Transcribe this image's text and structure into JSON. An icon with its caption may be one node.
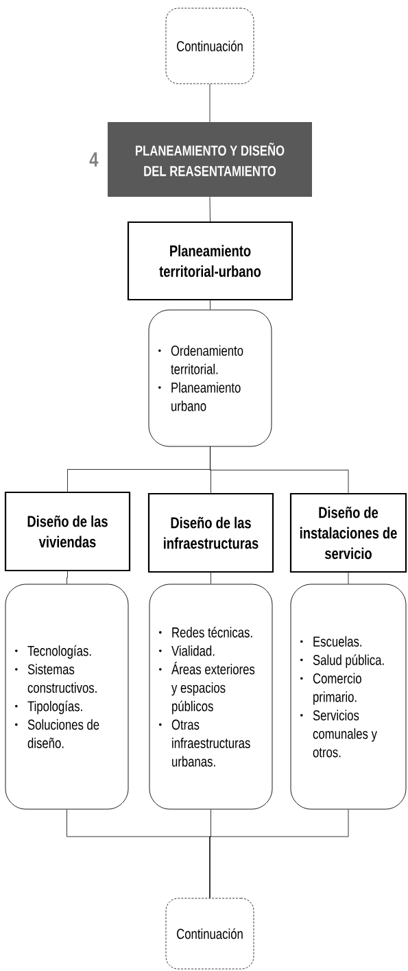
{
  "diagram": {
    "nodes": [
      {
        "text": [
          "Continuación"
        ]
      },
      {
        "text": [
          "PLANEAMIENTO Y DISEÑO DEL REASENTAMIENTO"
        ],
        "beside": [
          "4"
        ]
      },
      {
        "text": [
          "Planeamiento territorial-urbano"
        ]
      },
      {
        "text": [
          "Ordenamiento territorial.",
          "Planeamiento urbano"
        ]
      },
      {
        "text": [
          "Diseño de las viviendas"
        ]
      },
      {
        "text": [
          "Diseño de las infraestructuras"
        ]
      },
      {
        "text": [
          "Diseño de instalaciones de servicio"
        ]
      },
      {
        "text": [
          "Tecnologías.",
          "Sistemas constructivos.",
          "Tipologías.",
          "Soluciones de diseño."
        ]
      },
      {
        "text": [
          "Redes técnicas.",
          "Vialidad.",
          "Áreas exteriores y espacios públicos",
          "Otras infraestructuras urbanas."
        ]
      },
      {
        "text": [
          "Escuelas.",
          "Salud pública.",
          "Comercio primario.",
          "Servicios comunales y otros."
        ]
      },
      {
        "text": [
          "Continuación"
        ]
      }
    ],
    "edges": [
      {
        "from": 0,
        "to": 1,
        "arrow": "none"
      },
      {
        "from": 1,
        "to": 2,
        "arrow": "none"
      },
      {
        "from": 2,
        "to": 3,
        "arrow": "none"
      },
      {
        "from": 3,
        "to": 4,
        "arrow": "none"
      },
      {
        "from": 3,
        "to": 5,
        "arrow": "none"
      },
      {
        "from": 3,
        "to": 6,
        "arrow": "none"
      },
      {
        "from": 4,
        "to": 7,
        "arrow": "none"
      },
      {
        "from": 5,
        "to": 8,
        "arrow": "none"
      },
      {
        "from": 6,
        "to": 9,
        "arrow": "none"
      },
      {
        "from": 7,
        "to": 10,
        "arrow": "none"
      },
      {
        "from": 8,
        "to": 10,
        "arrow": "none"
      },
      {
        "from": 9,
        "to": 10,
        "arrow": "none"
      }
    ]
  }
}
